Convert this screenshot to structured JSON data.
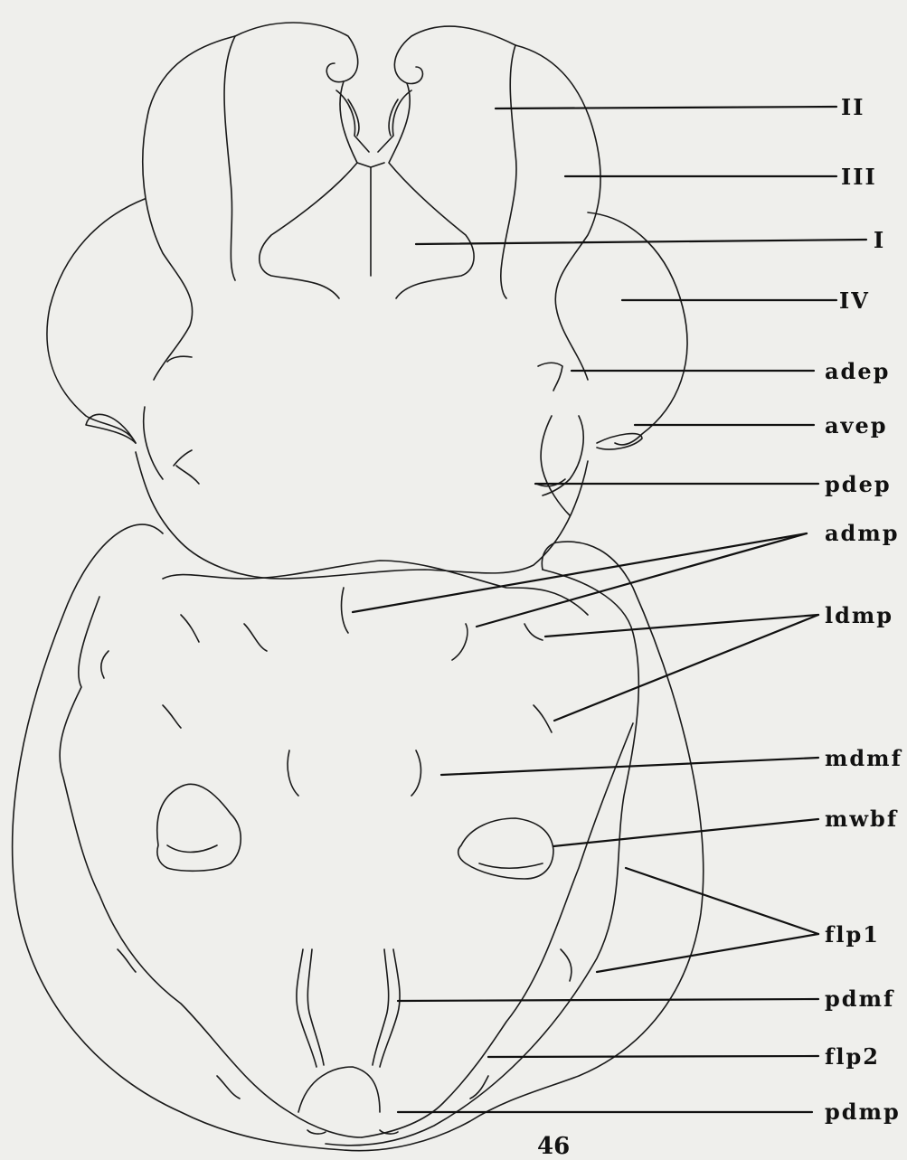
{
  "diagram": {
    "labels": {
      "II": "II",
      "III": "III",
      "I": "I",
      "IV": "IV",
      "adep": "adep",
      "avep": "avep",
      "pdep": "pdep",
      "admp": "admp",
      "ldmp": "ldmp",
      "mdmf": "mdmf",
      "mwbf": "mwbf",
      "flp1": "flp1",
      "pdmf": "pdmf",
      "flp2": "flp2",
      "pdmp": "pdmp"
    },
    "page_number": "46"
  }
}
